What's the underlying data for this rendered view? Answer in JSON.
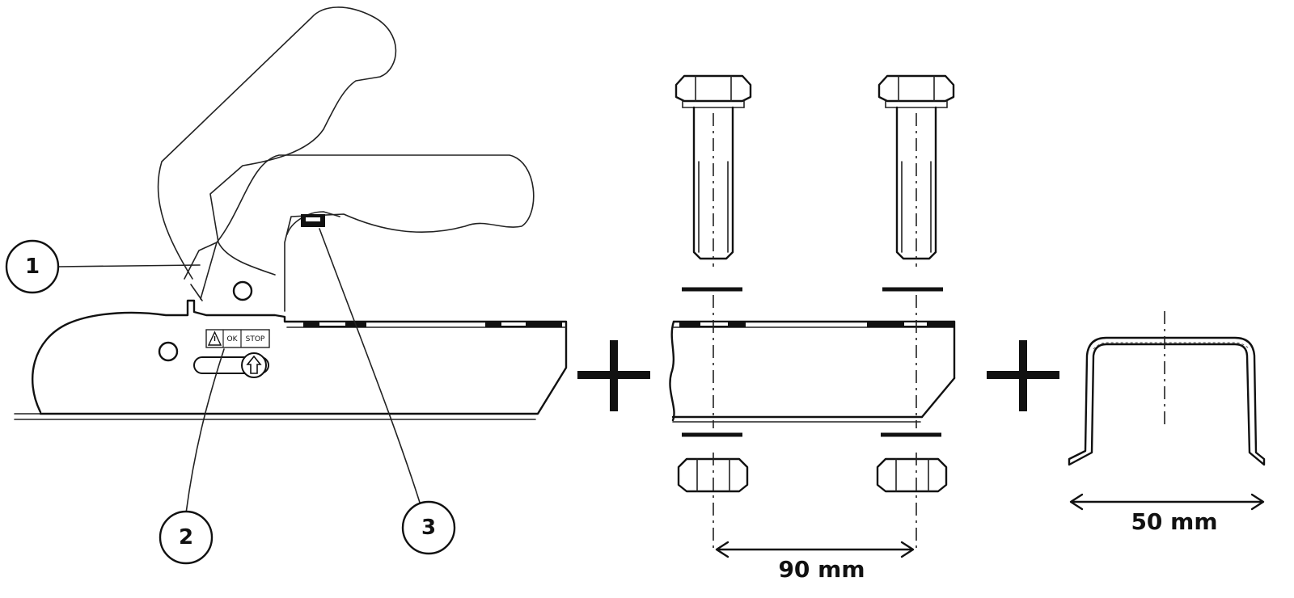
{
  "callouts": [
    "1",
    "2",
    "3"
  ],
  "sticker": {
    "ok": "OK",
    "stop": "STOP"
  },
  "dimensions": {
    "bolt_spacing": "90 mm",
    "profile_width": "50 mm"
  },
  "icons": {
    "warning": "warning-triangle-icon",
    "arrow": "up-arrow-icon"
  }
}
